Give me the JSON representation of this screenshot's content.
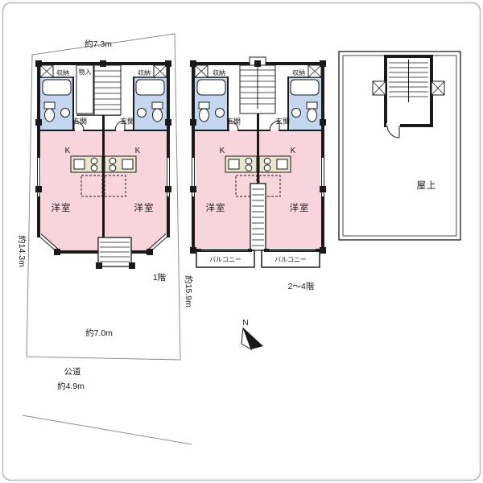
{
  "colors": {
    "room_pink": "#f8d5dd",
    "wet_blue": "#c4d7ef",
    "counter_beige": "#eae6cb",
    "wall": "#1a1a1a",
    "site_line": "#8c8c8c"
  },
  "dimensions": {
    "top_width": "約7.3m",
    "left_height": "約14.3m",
    "center_height": "約15.9m",
    "bottom_width": "約7.0m"
  },
  "road": {
    "name": "公道",
    "width": "約4.9m"
  },
  "compass": {
    "north": "N"
  },
  "floor1": {
    "caption": "1階",
    "closet_left": "収納",
    "closet_right": "収納",
    "cupboard": "物入",
    "entrance_left": "玄関",
    "entrance_right": "玄関",
    "kitchen_left": "K",
    "kitchen_right": "K",
    "room_left": "洋室",
    "room_right": "洋室"
  },
  "floors2to4": {
    "caption": "2〜4階",
    "closet_left": "収納",
    "closet_right": "収納",
    "entrance_left": "玄関",
    "entrance_right": "玄関",
    "kitchen_left": "K",
    "kitchen_right": "K",
    "room_left": "洋室",
    "room_right": "洋室",
    "balcony_left": "バルコニー",
    "balcony_right": "バルコニー"
  },
  "roof": {
    "caption": "屋上"
  }
}
